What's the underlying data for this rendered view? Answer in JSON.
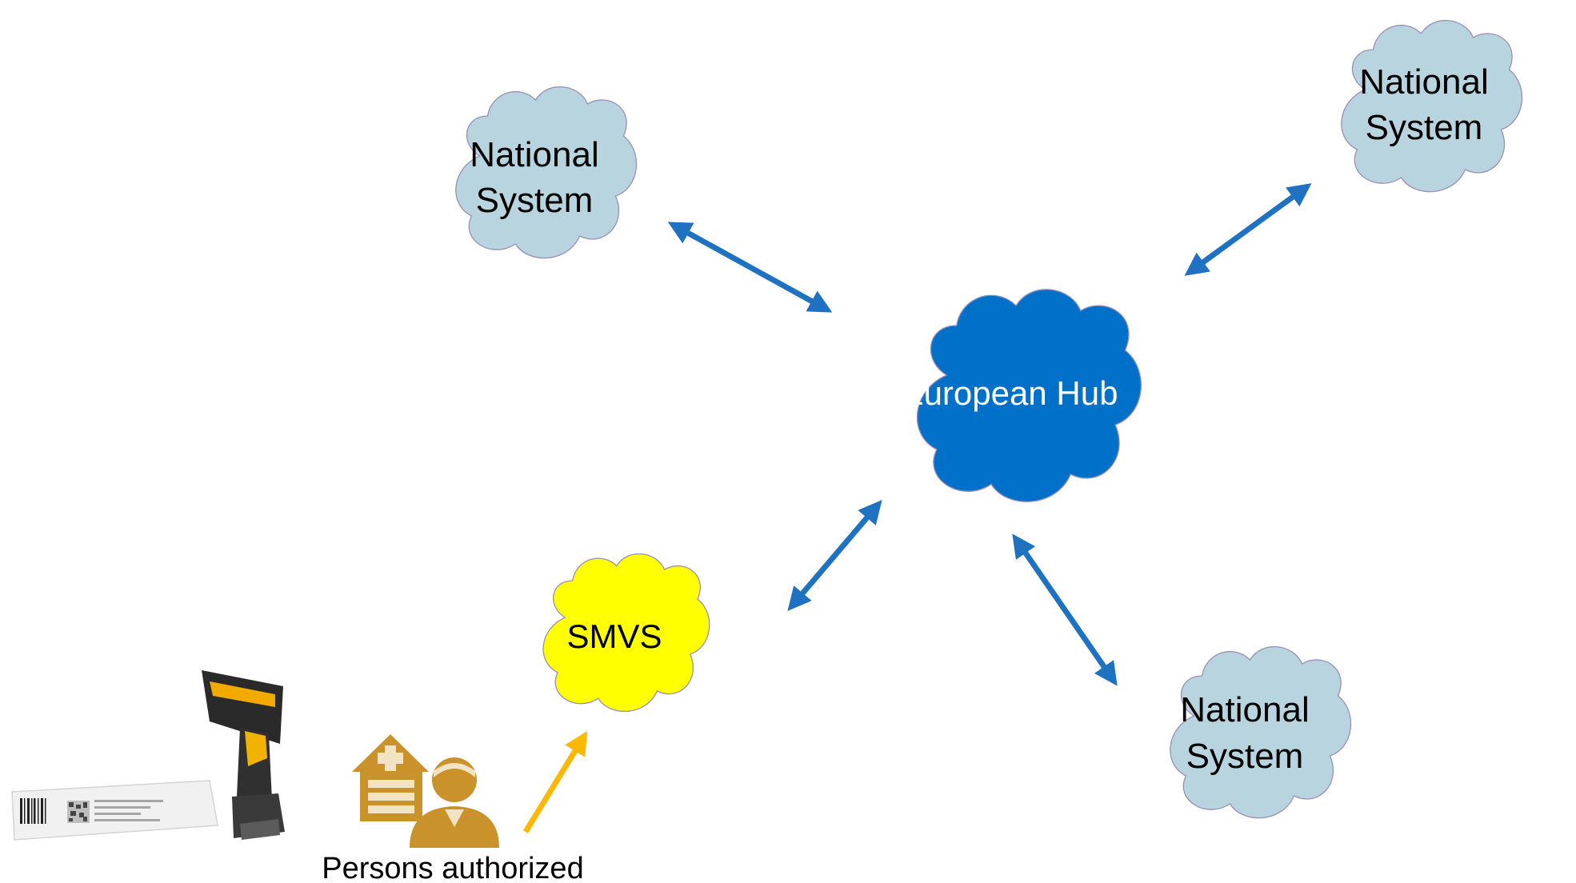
{
  "clouds": {
    "european_hub": {
      "label": "European Hub",
      "fill": "#0070C8",
      "text_color": "#ffffff"
    },
    "national_top_left": {
      "line1": "National",
      "line2": "System",
      "fill": "#B7D4DF"
    },
    "national_top_right": {
      "line1": "National",
      "line2": "System",
      "fill": "#B7D4DF"
    },
    "national_bottom_right": {
      "line1": "National",
      "line2": "System",
      "fill": "#B7D4DF"
    },
    "smvs": {
      "label": "SMVS",
      "fill": "#FFFF00"
    }
  },
  "outline_color": "#9A8FB8",
  "arrow_color": "#1F72C2",
  "access_arrow_color": "#FFB800",
  "caption": "Persons authorized",
  "icons": [
    "medicine-pack-icon",
    "barcode-scanner-icon",
    "pharmacy-icon",
    "pharmacist-icon"
  ]
}
